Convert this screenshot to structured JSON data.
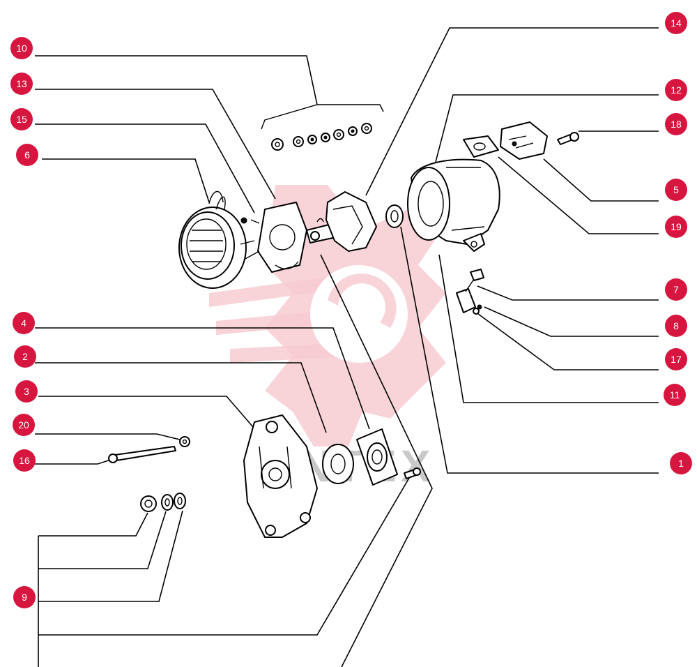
{
  "diagram": {
    "watermark_text": "INTEX",
    "accent_color": "#d6163f",
    "callouts": [
      {
        "id": "c1",
        "label": "1"
      },
      {
        "id": "c2",
        "label": "2"
      },
      {
        "id": "c3",
        "label": "3"
      },
      {
        "id": "c4",
        "label": "4"
      },
      {
        "id": "c5",
        "label": "5"
      },
      {
        "id": "c6",
        "label": "6"
      },
      {
        "id": "c7",
        "label": "7"
      },
      {
        "id": "c8",
        "label": "8"
      },
      {
        "id": "c9",
        "label": "9"
      },
      {
        "id": "c10",
        "label": "10"
      },
      {
        "id": "c11",
        "label": "11"
      },
      {
        "id": "c12",
        "label": "12"
      },
      {
        "id": "c13",
        "label": "13"
      },
      {
        "id": "c14",
        "label": "14"
      },
      {
        "id": "c15",
        "label": "15"
      },
      {
        "id": "c16",
        "label": "16"
      },
      {
        "id": "c17",
        "label": "17"
      },
      {
        "id": "c18",
        "label": "18"
      },
      {
        "id": "c19",
        "label": "19"
      },
      {
        "id": "c20",
        "label": "20"
      }
    ]
  }
}
